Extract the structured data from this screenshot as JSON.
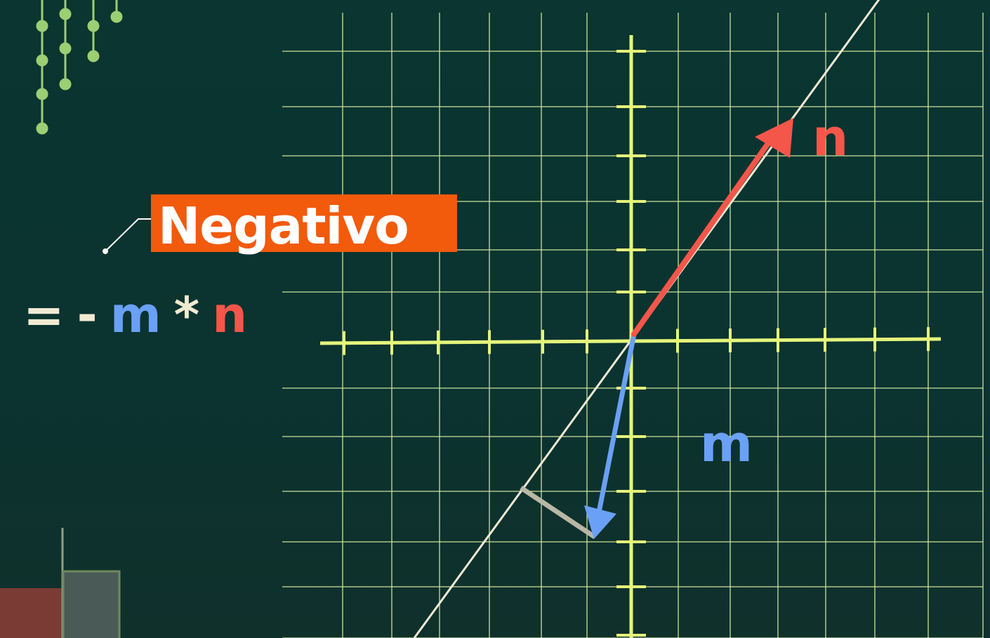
{
  "colors": {
    "background": "#0b3530",
    "grid": "#c9e39a",
    "axis": "#e4f57a",
    "vector_n": "#f4564a",
    "vector_m": "#6aa0f5",
    "line": "#efe9d4",
    "badge": "#f25a0c",
    "badge_text": "#ffffff",
    "formula_symbol": "#f1ead2",
    "decor_dots": "#9cce73"
  },
  "badge": {
    "text": "Negativo"
  },
  "formula": {
    "equals": "=",
    "minus": "-",
    "m": "m",
    "times": "*",
    "n": "n"
  },
  "vectors": {
    "n": {
      "label": "n",
      "color": "#f4564a"
    },
    "m": {
      "label": "m",
      "color": "#6aa0f5"
    }
  },
  "icons": {
    "decor": "circuit-dots-icon",
    "arrow_n": "arrow-head-icon",
    "arrow_m": "arrow-head-icon"
  }
}
